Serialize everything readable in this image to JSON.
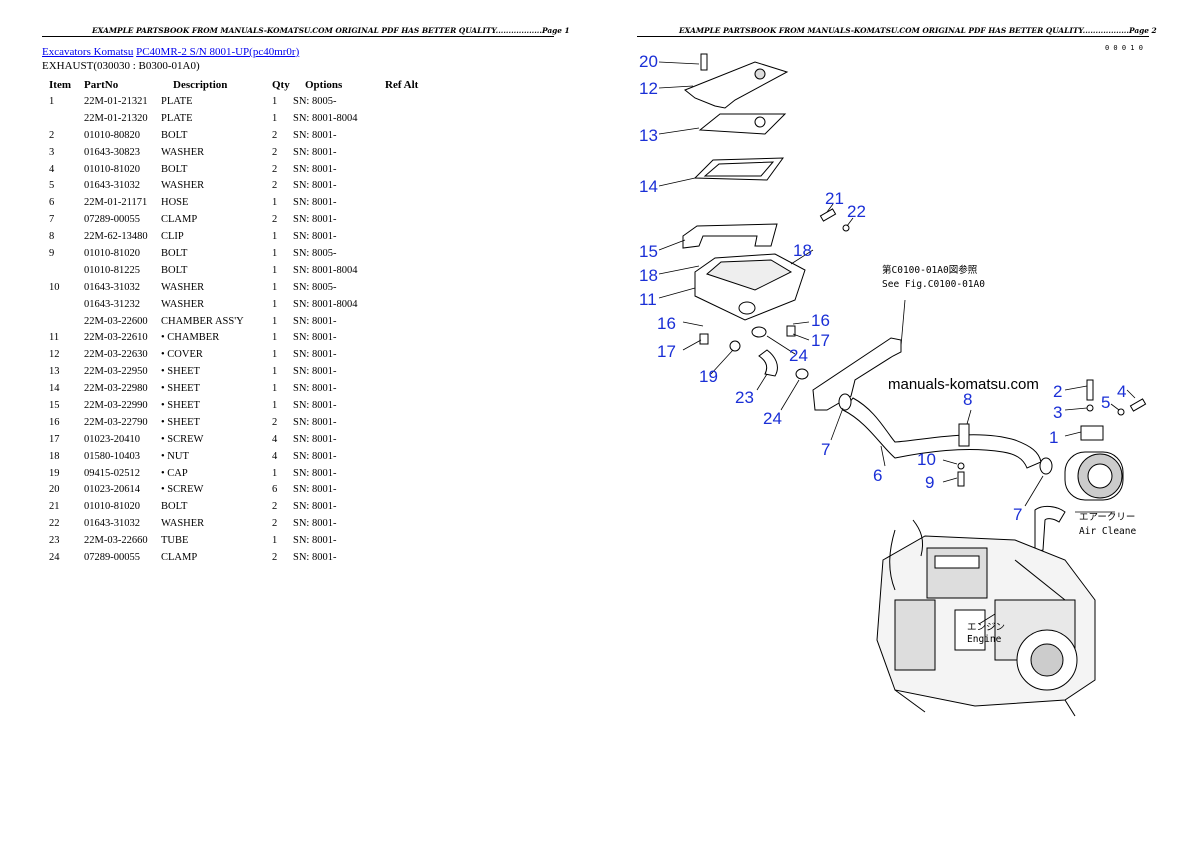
{
  "header_left": "EXAMPLE PARTSBOOK FROM MANUALS-KOMATSU.COM ORIGINAL PDF HAS BETTER QUALITY..................Page 1",
  "header_right": "EXAMPLE PARTSBOOK FROM MANUALS-KOMATSU.COM ORIGINAL PDF HAS BETTER QUALITY..................Page 2",
  "breadcrumb": {
    "link1": "Excavators Komatsu",
    "link2": "PC40MR-2 S/N 8001-UP(pc40mr0r)"
  },
  "section_title": "EXHAUST(030030 : B0300-01A0)",
  "columns": [
    "Item",
    "PartNo",
    "Description",
    "Qty",
    "Options",
    "Ref Alt"
  ],
  "rows": [
    {
      "item": "1",
      "part": "22M-01-21321",
      "desc": "PLATE",
      "qty": "1",
      "opt": "SN: 8005-"
    },
    {
      "item": "",
      "part": "22M-01-21320",
      "desc": "PLATE",
      "qty": "1",
      "opt": "SN: 8001-8004"
    },
    {
      "item": "2",
      "part": "01010-80820",
      "desc": "BOLT",
      "qty": "2",
      "opt": "SN: 8001-"
    },
    {
      "item": "3",
      "part": "01643-30823",
      "desc": "WASHER",
      "qty": "2",
      "opt": "SN: 8001-"
    },
    {
      "item": "4",
      "part": "01010-81020",
      "desc": "BOLT",
      "qty": "2",
      "opt": "SN: 8001-"
    },
    {
      "item": "5",
      "part": "01643-31032",
      "desc": "WASHER",
      "qty": "2",
      "opt": "SN: 8001-"
    },
    {
      "item": "6",
      "part": "22M-01-21171",
      "desc": "HOSE",
      "qty": "1",
      "opt": "SN: 8001-"
    },
    {
      "item": "7",
      "part": "07289-00055",
      "desc": "CLAMP",
      "qty": "2",
      "opt": "SN: 8001-"
    },
    {
      "item": "8",
      "part": "22M-62-13480",
      "desc": "CLIP",
      "qty": "1",
      "opt": "SN: 8001-"
    },
    {
      "item": "9",
      "part": "01010-81020",
      "desc": "BOLT",
      "qty": "1",
      "opt": "SN: 8005-"
    },
    {
      "item": "",
      "part": "01010-81225",
      "desc": "BOLT",
      "qty": "1",
      "opt": "SN: 8001-8004"
    },
    {
      "item": "10",
      "part": "01643-31032",
      "desc": "WASHER",
      "qty": "1",
      "opt": "SN: 8005-"
    },
    {
      "item": "",
      "part": "01643-31232",
      "desc": "WASHER",
      "qty": "1",
      "opt": "SN: 8001-8004"
    },
    {
      "item": "",
      "part": "22M-03-22600",
      "desc": "CHAMBER ASS'Y",
      "qty": "1",
      "opt": "SN: 8001-"
    },
    {
      "item": "11",
      "part": "22M-03-22610",
      "desc": "• CHAMBER",
      "qty": "1",
      "opt": "SN: 8001-"
    },
    {
      "item": "12",
      "part": "22M-03-22630",
      "desc": "• COVER",
      "qty": "1",
      "opt": "SN: 8001-"
    },
    {
      "item": "13",
      "part": "22M-03-22950",
      "desc": "• SHEET",
      "qty": "1",
      "opt": "SN: 8001-"
    },
    {
      "item": "14",
      "part": "22M-03-22980",
      "desc": "• SHEET",
      "qty": "1",
      "opt": "SN: 8001-"
    },
    {
      "item": "15",
      "part": "22M-03-22990",
      "desc": "• SHEET",
      "qty": "1",
      "opt": "SN: 8001-"
    },
    {
      "item": "16",
      "part": "22M-03-22790",
      "desc": "• SHEET",
      "qty": "2",
      "opt": "SN: 8001-"
    },
    {
      "item": "17",
      "part": "01023-20410",
      "desc": "• SCREW",
      "qty": "4",
      "opt": "SN: 8001-"
    },
    {
      "item": "18",
      "part": "01580-10403",
      "desc": "• NUT",
      "qty": "4",
      "opt": "SN: 8001-"
    },
    {
      "item": "19",
      "part": "09415-02512",
      "desc": "• CAP",
      "qty": "1",
      "opt": "SN: 8001-"
    },
    {
      "item": "20",
      "part": "01023-20614",
      "desc": "• SCREW",
      "qty": "6",
      "opt": "SN: 8001-"
    },
    {
      "item": "21",
      "part": "01010-81020",
      "desc": "BOLT",
      "qty": "2",
      "opt": "SN: 8001-"
    },
    {
      "item": "22",
      "part": "01643-31032",
      "desc": "WASHER",
      "qty": "2",
      "opt": "SN: 8001-"
    },
    {
      "item": "23",
      "part": "22M-03-22660",
      "desc": "TUBE",
      "qty": "1",
      "opt": "SN: 8001-"
    },
    {
      "item": "24",
      "part": "07289-00055",
      "desc": "CLAMP",
      "qty": "2",
      "opt": "SN: 8001-"
    }
  ],
  "diagram": {
    "watermark": "manuals-komatsu.com",
    "see_fig_jp": "第C0100-01A0図参照",
    "see_fig_en": "See Fig.C0100-01A0",
    "air_cleaner_jp": "エアークリー",
    "air_cleaner_en": "Air Cleane",
    "engine_jp": "エンジン",
    "engine_en": "Engine",
    "corner_code": "0 0 0 1 0",
    "callouts": [
      "20",
      "12",
      "13",
      "14",
      "15",
      "18",
      "11",
      "16",
      "17",
      "19",
      "21",
      "22",
      "18",
      "16",
      "17",
      "24",
      "23",
      "24",
      "7",
      "6",
      "8",
      "10",
      "9",
      "7",
      "2",
      "3",
      "4",
      "5",
      "1"
    ]
  }
}
